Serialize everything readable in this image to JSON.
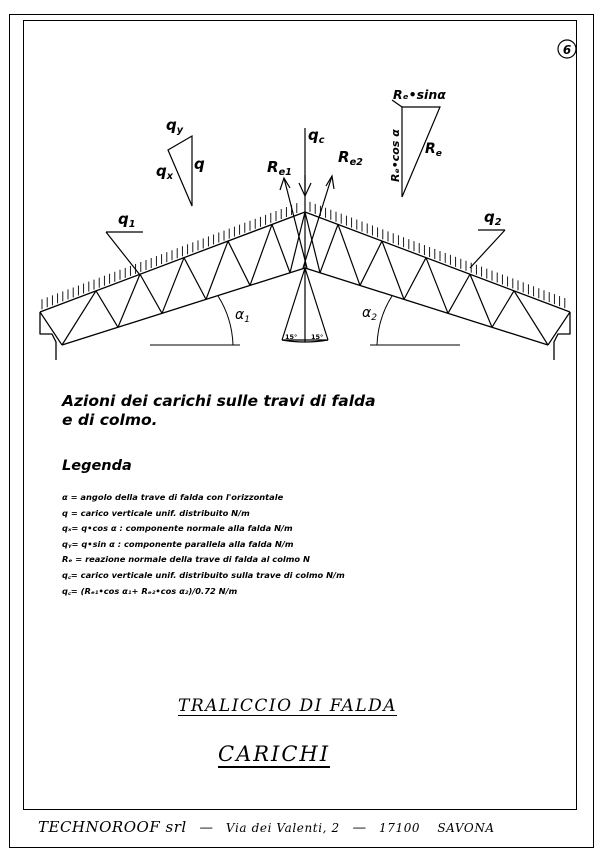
{
  "sheet": {
    "page_number": "6",
    "caption_line1": "Azioni dei carichi sulle travi di falda",
    "caption_line2": "e di colmo.",
    "legend_title": "Legenda",
    "legend": [
      "α  = angolo della trave di falda con l'orizzontale",
      "q  = carico verticale unif. distribuito   N/m",
      "qₓ= q•cos  α  : componente normale alla falda   N/m",
      "qᵧ= q•sin  α  : componente parallela alla falda   N/m",
      "Rₑ = reazione normale della trave di falda al colmo   N",
      "q꜀= carico verticale unif. distribuito sulla trave di colmo   N/m",
      "q꜀= (Rₑ₁•cos α₁+  Rₑ₂•cos α₂)/0.72     N/m"
    ],
    "title_main": "TRALICCIO  DI  FALDA",
    "title_sub": "CARICHI",
    "footer_company": "TECHNOROOF srl",
    "footer_sep": "—",
    "footer_street": "Via dei Valenti, 2",
    "footer_zip": "17100",
    "footer_city": "SAVONA"
  },
  "diagram": {
    "q_y": "q",
    "q_y_sub": "y",
    "q_x": "q",
    "q_x_sub": "x",
    "q": "q",
    "q_c": "q",
    "q_c_sub": "c",
    "r_e1": "R",
    "r_e1_sub": "e1",
    "r_e2": "R",
    "r_e2_sub": "e2",
    "re_sin": "Rₑ•sinα",
    "re_cos": "Rₑ•cos α",
    "re": "R",
    "re_sub": "e",
    "q1": "q",
    "q1_sub": "1",
    "q2": "q",
    "q2_sub": "2",
    "alpha1": "α",
    "alpha1_sub": "1",
    "alpha2": "α",
    "alpha2_sub": "2",
    "angle_left": "15°",
    "angle_right": "15°"
  }
}
